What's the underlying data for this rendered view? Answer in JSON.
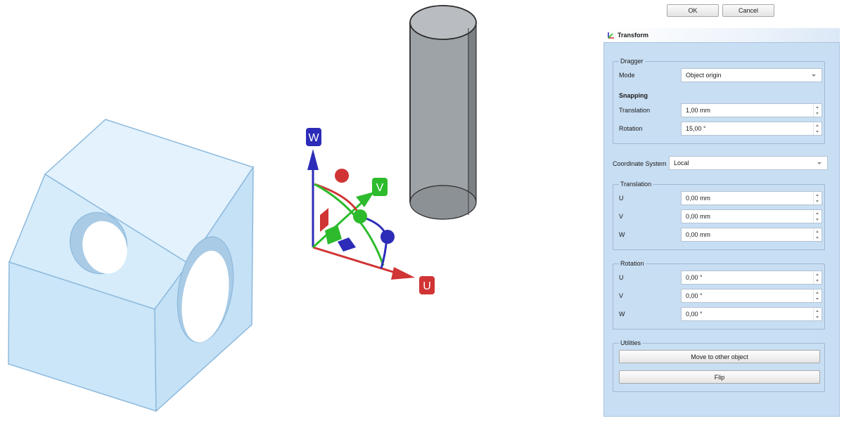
{
  "dialog_buttons": {
    "ok": "OK",
    "cancel": "Cancel"
  },
  "panel": {
    "title": "Transform",
    "dragger": {
      "title": "Dragger",
      "mode_label": "Mode",
      "mode_value": "Object origin",
      "snapping_label": "Snapping",
      "translation_label": "Translation",
      "translation_value": "1,00 mm",
      "rotation_label": "Rotation",
      "rotation_value": "15,00 °"
    },
    "coordinate_system": {
      "label": "Coordinate System",
      "value": "Local"
    },
    "translation": {
      "title": "Translation",
      "u_label": "U",
      "u_value": "0,00 mm",
      "v_label": "V",
      "v_value": "0,00 mm",
      "w_label": "W",
      "w_value": "0,00 mm"
    },
    "rotation": {
      "title": "Rotation",
      "u_label": "U",
      "u_value": "0,00 °",
      "v_label": "V",
      "v_value": "0,00 °",
      "w_label": "W",
      "w_value": "0,00 °"
    },
    "utilities": {
      "title": "Utilities",
      "move_label": "Move to other object",
      "flip_label": "Flip"
    }
  },
  "viewport": {
    "axis_labels": {
      "u": "U",
      "v": "V",
      "w": "W"
    },
    "colors": {
      "u_axis": "#d03434",
      "v_axis": "#2dbb2d",
      "w_axis": "#2c2cb8",
      "block": "#cfe7f9",
      "cylinder": "#9ea3a8"
    }
  }
}
